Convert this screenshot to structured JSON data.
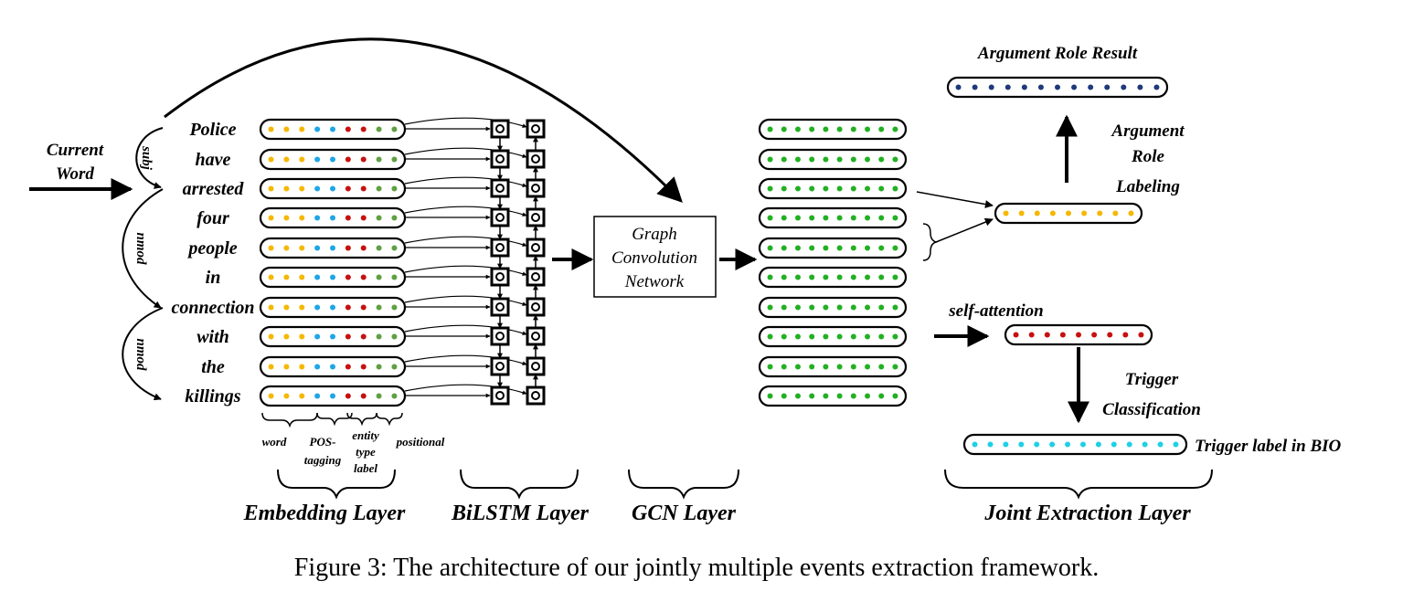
{
  "input_label": {
    "line1": "Current",
    "line2": "Word"
  },
  "words": [
    "Police",
    "have",
    "arrested",
    "four",
    "people",
    "in",
    "connection",
    "with",
    "the",
    "killings"
  ],
  "dependency_labels": {
    "subj": "subj",
    "nmod1": "nmod",
    "nmod2": "nmod"
  },
  "embedding_components": {
    "word": "word",
    "pos1": "POS-",
    "pos2": "tagging",
    "ent1": "entity",
    "ent2": "type",
    "ent3": "label",
    "positional": "positional"
  },
  "gcn_box": {
    "line1": "Graph",
    "line2": "Convolution",
    "line3": "Network"
  },
  "layers": {
    "embedding": "Embedding Layer",
    "bilstm": "BiLSTM Layer",
    "gcn": "GCN Layer",
    "joint": "Joint Extraction Layer"
  },
  "joint": {
    "argument_role_result": "Argument Role Result",
    "arl1": "Argument",
    "arl2": "Role",
    "arl3": "Labeling",
    "self_attention": "self-attention",
    "tc1": "Trigger",
    "tc2": "Classification",
    "trigger_label": "Trigger label in BIO"
  },
  "caption": "Figure 3: The architecture of our jointly multiple events extraction framework.",
  "colors": {
    "word": "#f5b800",
    "pos": "#1ea6e6",
    "entity": "#c81010",
    "positional": "#5fa040",
    "gcn": "#22b022",
    "argument_vec": "#f5b800",
    "argument_result": "#1f3a7a",
    "trigger_vec": "#c81010",
    "trigger_label": "#1ed0e6"
  }
}
